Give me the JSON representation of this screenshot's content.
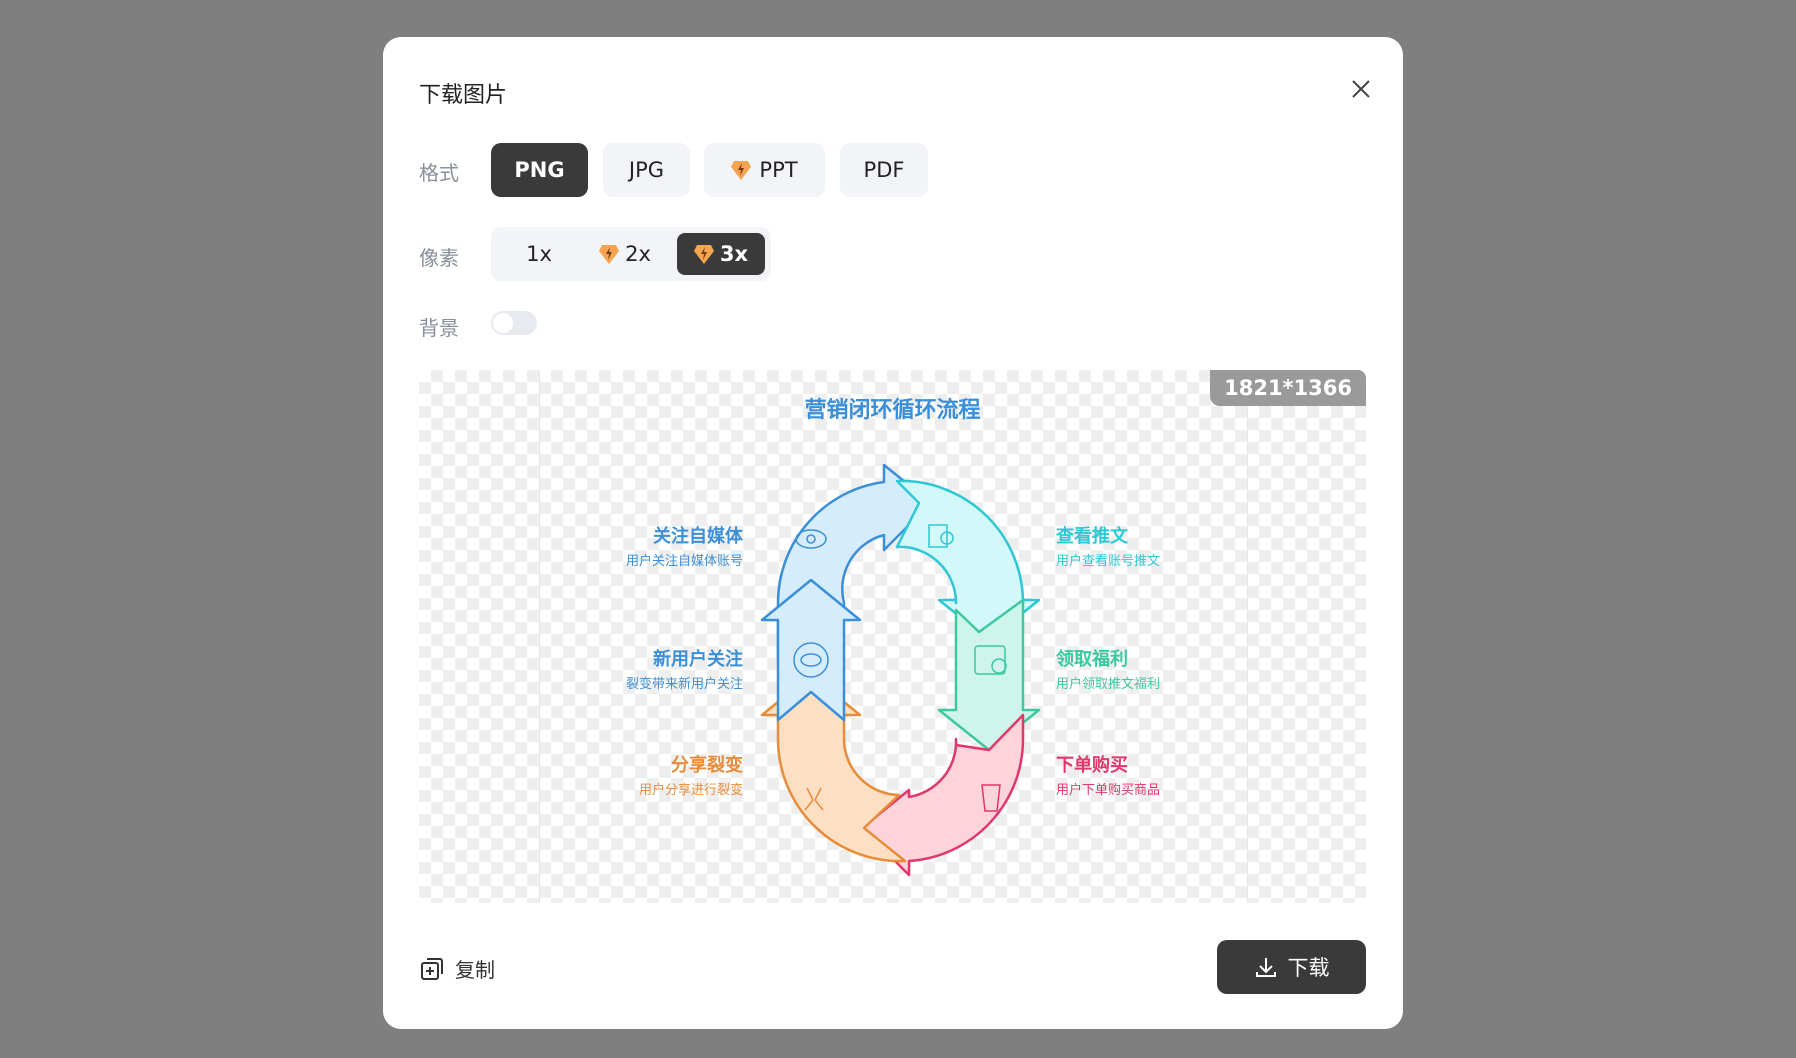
{
  "dialog": {
    "title": "下载图片"
  },
  "format": {
    "label": "格式",
    "options": [
      "PNG",
      "JPG",
      "PPT",
      "PDF"
    ],
    "selected": "PNG"
  },
  "pixel": {
    "label": "像素",
    "options": [
      "1x",
      "2x",
      "3x"
    ],
    "selected": "3x"
  },
  "background": {
    "label": "背景",
    "enabled": false
  },
  "preview": {
    "size": "1821*1366",
    "title": "营销闭环循环流程",
    "steps": [
      {
        "title": "关注自媒体",
        "desc": "用户关注自媒体账号"
      },
      {
        "title": "查看推文",
        "desc": "用户查看账号推文"
      },
      {
        "title": "领取福利",
        "desc": "用户领取推文福利"
      },
      {
        "title": "下单购买",
        "desc": "用户下单购买商品"
      },
      {
        "title": "分享裂变",
        "desc": "用户分享进行裂变"
      },
      {
        "title": "新用户关注",
        "desc": "裂变带来新用户关注"
      }
    ]
  },
  "footer": {
    "copy": "复制",
    "download": "下载"
  }
}
